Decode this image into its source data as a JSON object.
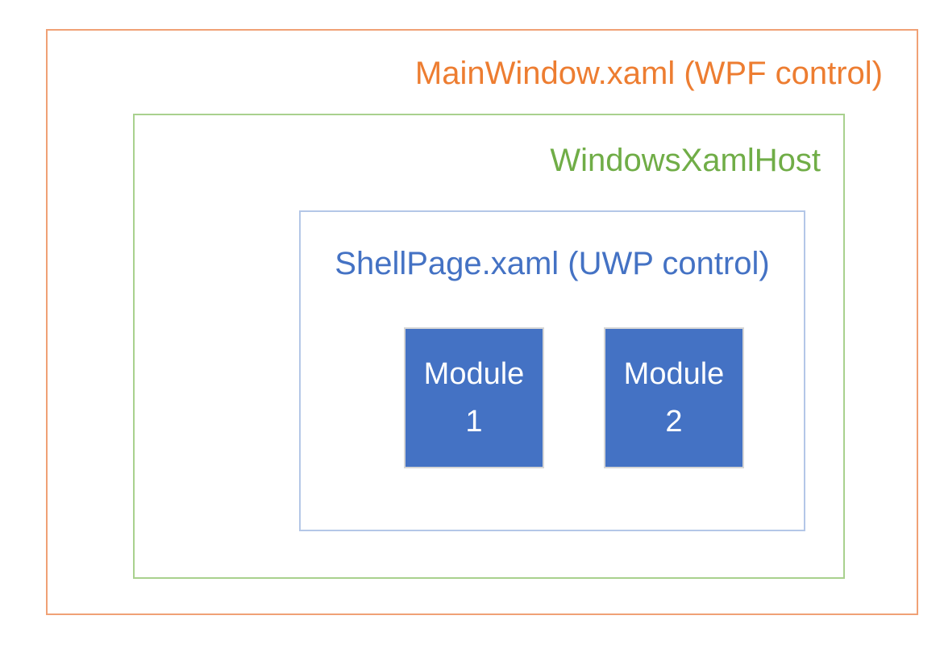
{
  "diagram": {
    "outer": {
      "label": "MainWindow.xaml (WPF control)"
    },
    "host": {
      "label": "WindowsXamlHost"
    },
    "shell": {
      "label": "ShellPage.xaml (UWP control)"
    },
    "modules": [
      {
        "line1": "Module",
        "line2": "1"
      },
      {
        "line1": "Module",
        "line2": "2"
      }
    ]
  },
  "colors": {
    "background": "#FFFFFF",
    "outer_border": "#F0A176",
    "outer_text": "#ED7D31",
    "host_border": "#A9D18E",
    "host_text": "#70AD47",
    "shell_border": "#B4C7E7",
    "shell_text": "#4472C4",
    "module_fill": "#4472C4",
    "module_border": "#D6D6D6",
    "module_text": "#FFFFFF"
  }
}
